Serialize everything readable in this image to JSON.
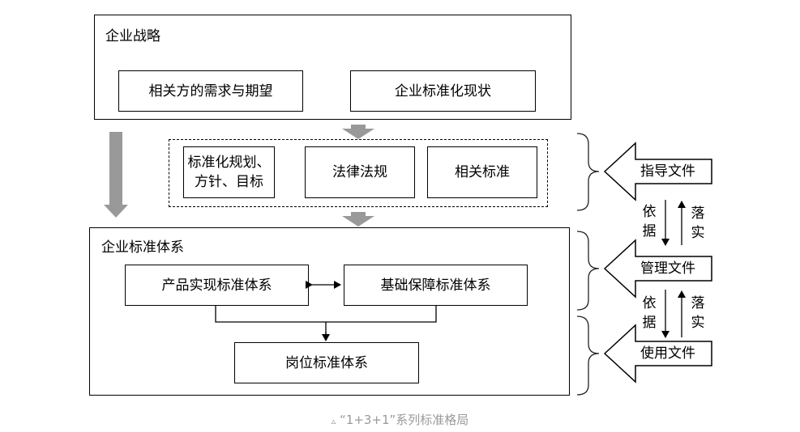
{
  "strategy": {
    "title": "企业战略",
    "stakeholders": "相关方的需求与期望",
    "status": "企业标准化现状"
  },
  "inputs": {
    "planning_line1": "标准化规划、",
    "planning_line2": "方针、目标",
    "laws": "法律法规",
    "standards": "相关标准"
  },
  "system": {
    "title": "企业标准体系",
    "product": "产品实现标准体系",
    "basic": "基础保障标准体系",
    "post": "岗位标准体系"
  },
  "documents": {
    "guide": "指导文件",
    "management": "管理文件",
    "usage": "使用文件",
    "basis_1": "依",
    "basis_2": "据",
    "implement_1": "落",
    "implement_2": "实"
  },
  "caption": {
    "marker": "▵",
    "text": "“1+3+1”系列标准格局"
  },
  "colors": {
    "arrow_gray": "#999999",
    "caption_gray": "#9a9a9a",
    "line": "#000000"
  }
}
